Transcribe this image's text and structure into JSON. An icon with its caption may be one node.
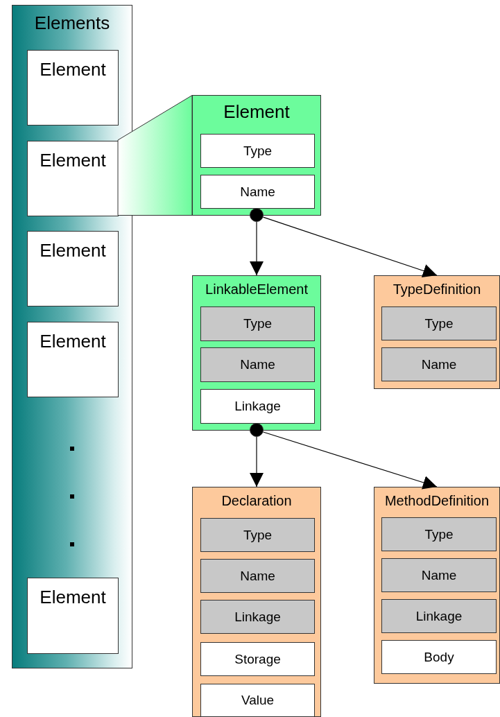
{
  "diagram": {
    "nodes": [
      {
        "text": [
          "Elements"
        ]
      },
      {
        "text": [
          "Element"
        ],
        "in": 0
      },
      {
        "text": [
          "Element"
        ],
        "in": 0
      },
      {
        "text": [
          "Element"
        ],
        "in": 0
      },
      {
        "text": [
          "Element"
        ],
        "in": 0
      },
      {
        "text": [
          "Element"
        ],
        "in": 0
      },
      {
        "text": [
          "Element"
        ]
      },
      {
        "text": [
          "Type"
        ],
        "in": 6
      },
      {
        "text": [
          "Name"
        ],
        "in": 6
      },
      {
        "text": [],
        "shape": "circle"
      },
      {
        "text": [
          "LinkableElement"
        ]
      },
      {
        "text": [
          "Type"
        ],
        "in": 10
      },
      {
        "text": [
          "Name"
        ],
        "in": 10
      },
      {
        "text": [
          "Linkage"
        ],
        "in": 10
      },
      {
        "text": [
          "TypeDefinition"
        ]
      },
      {
        "text": [
          "Type"
        ],
        "in": 14
      },
      {
        "text": [
          "Name"
        ],
        "in": 14
      },
      {
        "text": [],
        "shape": "circle"
      },
      {
        "text": [
          "Declaration"
        ]
      },
      {
        "text": [
          "Type"
        ],
        "in": 18
      },
      {
        "text": [
          "Name"
        ],
        "in": 18
      },
      {
        "text": [
          "Linkage"
        ],
        "in": 18
      },
      {
        "text": [
          "Storage"
        ],
        "in": 18
      },
      {
        "text": [
          "Value"
        ],
        "in": 18
      },
      {
        "text": [
          "MethodDefinition"
        ]
      },
      {
        "text": [
          "Type"
        ],
        "in": 24
      },
      {
        "text": [
          "Name"
        ],
        "in": 24
      },
      {
        "text": [
          "Linkage"
        ],
        "in": 24
      },
      {
        "text": [
          "Body"
        ],
        "in": 24
      },
      {
        "text": [],
        "shape": "trapezoid"
      }
    ],
    "edges": [
      {
        "from": 9,
        "to": 10,
        "arrow": "to"
      },
      {
        "from": 9,
        "to": 14,
        "arrow": "to"
      },
      {
        "from": 17,
        "to": 18,
        "arrow": "to"
      },
      {
        "from": 17,
        "to": 24,
        "arrow": "to"
      }
    ]
  }
}
